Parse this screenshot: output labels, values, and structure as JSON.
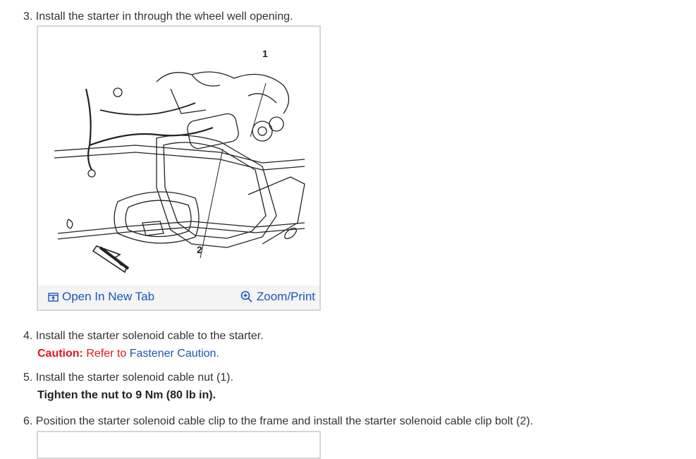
{
  "steps": {
    "s3": "3. Install the starter in through the wheel well opening.",
    "s4": "4. Install the starter solenoid cable to the starter.",
    "s4_caution_label": "Caution:",
    "s4_caution_text": " Refer to ",
    "s4_caution_link": "Fastener Caution",
    "s4_caution_end": ".",
    "s5": "5. Install the starter solenoid cable nut (1).",
    "s5_bold": "Tighten the nut to 9 Nm (80 lb in).",
    "s6": "6. Position the starter solenoid cable clip to the frame and install the starter solenoid cable clip bolt (2)."
  },
  "figure": {
    "callout_1": "1",
    "callout_2": "2",
    "open_tab_label": "Open In New Tab",
    "zoom_label": "Zoom/Print"
  },
  "colors": {
    "link": "#1a56b8",
    "caution": "#e8141b"
  }
}
